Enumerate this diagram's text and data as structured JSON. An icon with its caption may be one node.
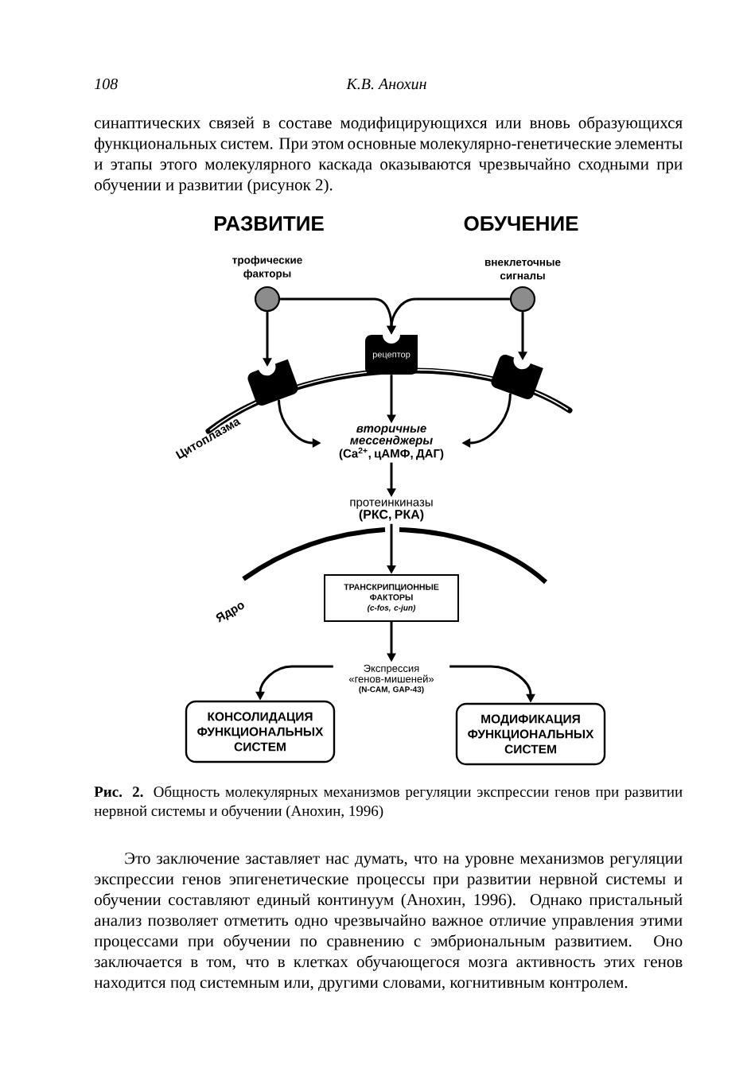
{
  "diagram": {
    "caption": "**Рис. 2.** Общность молекулярных механизмов регуляции экспрессии генов при развитии нервной системы и обучении (Анохин, 1996)",
    "nodes": [
      {
        "text": [
          "трофические факторы"
        ]
      },
      {
        "text": [
          "внеклеточные сигналы"
        ]
      },
      {
        "text": [],
        "shape": "receptor"
      },
      {
        "text": [
          "рецептор"
        ]
      },
      {
        "text": [],
        "shape": "receptor"
      },
      {
        "text": [
          "вторичные мессенджеры",
          "(Ca$^{2+}$, цАМФ, ДАГ)"
        ]
      },
      {
        "text": [
          "протеинкиназы",
          "(РКС, РКА)"
        ]
      },
      {
        "text": [
          "ТРАНСКРИПЦИОННЫЕ ФАКТОРЫ",
          "(c-fos, c-jun)"
        ]
      },
      {
        "text": [
          "Экспрессия «генов-мишеней»",
          "(N-CAM, GAP-43)"
        ]
      },
      {
        "text": [
          "КОНСОЛИДАЦИЯ ФУНКЦИОНАЛЬНЫХ СИСТЕМ"
        ]
      },
      {
        "text": [
          "МОДИФИКАЦИЯ ФУНКЦИОНАЛЬНЫХ СИСТЕМ"
        ]
      }
    ],
    "edges": [
      {
        "from": 0,
        "to": 2,
        "arrow": "to"
      },
      {
        "from": 0,
        "to": 3,
        "arrow": "to"
      },
      {
        "from": 1,
        "to": 3,
        "arrow": "to"
      },
      {
        "from": 1,
        "to": 4,
        "arrow": "to"
      },
      {
        "from": 3,
        "to": 5,
        "arrow": "to"
      },
      {
        "from": 2,
        "to": 5,
        "arrow": "to"
      },
      {
        "from": 4,
        "to": 5,
        "arrow": "to"
      },
      {
        "from": 5,
        "to": 6,
        "arrow": "to"
      },
      {
        "from": 6,
        "to": 7,
        "arrow": "to"
      },
      {
        "from": 7,
        "to": 8,
        "arrow": "to"
      },
      {
        "from": 8,
        "to": 9,
        "arrow": "to"
      },
      {
        "from": 8,
        "to": 10,
        "arrow": "to"
      }
    ],
    "labels": [
      "108",
      "К.В. Анохин",
      "синаптических связей в составе модифицирующихся или вновь образующихся функциональных систем. При этом основные молекулярно-генетические элементы и этапы этого молекулярного каскада оказываются чрезвычайно сходными при обучении и развитии (рисунок 2).",
      "РАЗВИТИЕ",
      "ОБУЧЕНИЕ",
      "Цитоплазма",
      "Ядро",
      "Это заключение заставляет нас думать, что на уровне механизмов регуляции экспрессии генов эпигенетические процессы при развитии нервной системы и обучении составляют единый континуум (Анохин, 1996). Однако пристальный анализ позволяет отметить одно чрезвычайно важное отличие управления этими процессами при обучении по сравнению с эмбриональным развитием. Оно заключается в том, что в клетках обучающегося мозга активность этих генов находится под системным или, другими словами, когнитивным контролем."
    ]
  }
}
